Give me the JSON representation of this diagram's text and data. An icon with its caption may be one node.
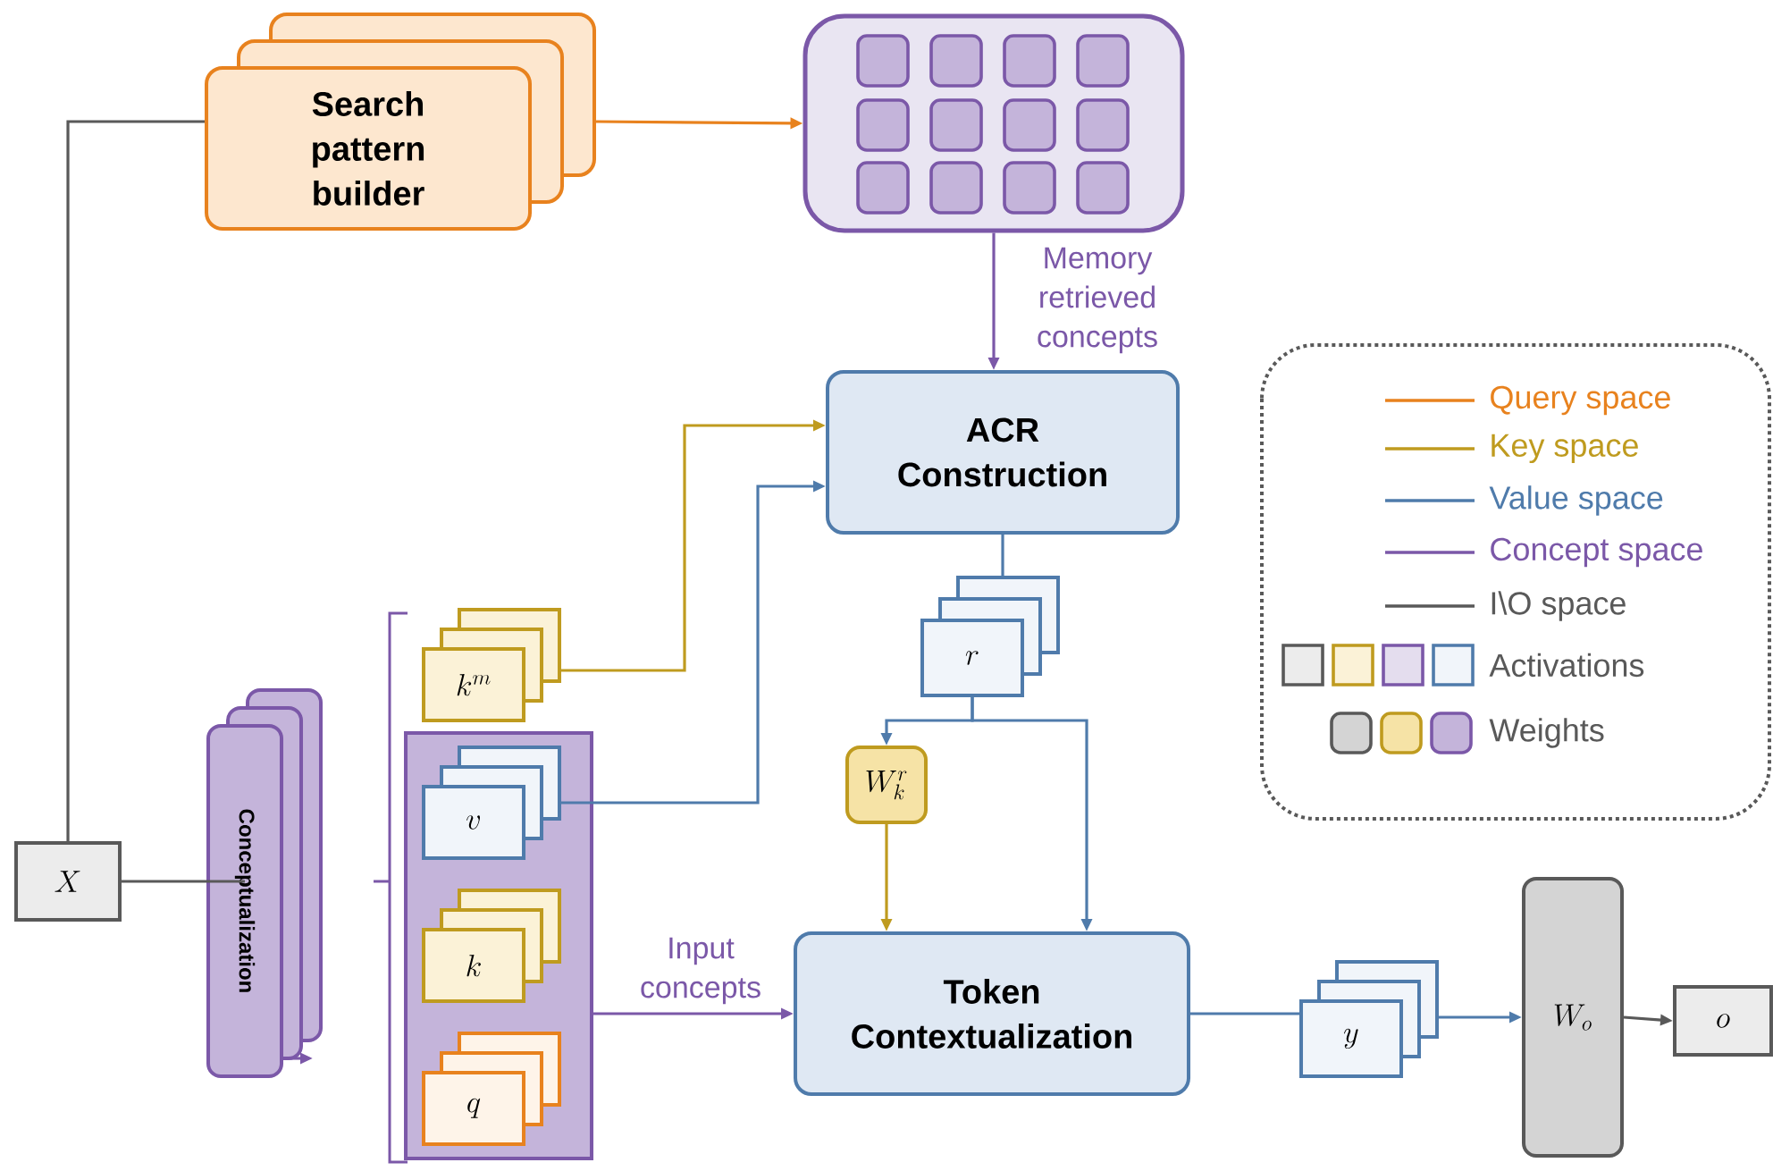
{
  "diagram": {
    "nodes": [
      {
        "text": [
          "Search pattern builder"
        ]
      },
      {
        "text": [],
        "shape": "box"
      },
      {
        "text": [
          "ACR Construction"
        ]
      },
      {
        "text": [
          "r"
        ]
      },
      {
        "text": [
          "W_k^r"
        ]
      },
      {
        "text": [
          "Token Contextualization"
        ]
      },
      {
        "text": [
          "y"
        ]
      },
      {
        "text": [
          "W_o"
        ]
      },
      {
        "text": [
          "o"
        ]
      },
      {
        "text": [
          "X"
        ]
      },
      {
        "text": [
          "Conceptualization"
        ]
      },
      {
        "text": [],
        "shape": "box"
      },
      {
        "text": [
          "k^{m}"
        ]
      },
      {
        "text": [
          "v"
        ],
        "in": 11
      },
      {
        "text": [
          "k"
        ],
        "in": 11
      },
      {
        "text": [
          "q"
        ],
        "in": 11
      }
    ],
    "edges": [
      {
        "from": 9,
        "to": 0,
        "arrow": "none",
        "color": "#595959"
      },
      {
        "from": 9,
        "to": 10,
        "arrow": "none",
        "color": "#595959"
      },
      {
        "from": 0,
        "to": 1,
        "arrow": "to",
        "color": "#e8821e"
      },
      {
        "from": 1,
        "to": 2,
        "arrow": "to",
        "color": "#7b58a8",
        "label": "Memory retrieved concepts"
      },
      {
        "from": 12,
        "to": 2,
        "arrow": "to",
        "color": "#bf9b1f"
      },
      {
        "from": 13,
        "to": 2,
        "arrow": "to"
      },
      {
        "from": 2,
        "to": 3,
        "arrow": "none"
      },
      {
        "from": 3,
        "to": 4,
        "arrow": "to"
      },
      {
        "from": 3,
        "to": 5,
        "arrow": "to"
      },
      {
        "from": 4,
        "to": 5,
        "arrow": "to",
        "color": "#bf9b1f"
      },
      {
        "from": 11,
        "to": 5,
        "arrow": "to",
        "color": "#7b58a8",
        "label": "Input concepts"
      },
      {
        "from": 5,
        "to": 6,
        "arrow": "none"
      },
      {
        "from": 6,
        "to": 7,
        "arrow": "to"
      },
      {
        "from": 7,
        "to": 8,
        "arrow": "to",
        "color": "#595959"
      },
      {
        "from": 10,
        "to": null,
        "arrow": "to",
        "color": "#7b58a8"
      }
    ],
    "legend": [
      {
        "text": "Query space"
      },
      {
        "text": "Key space"
      },
      {
        "text": "Value space"
      },
      {
        "text": "Concept space"
      },
      {
        "text": "I\\O space"
      },
      {
        "text": "Activations"
      },
      {
        "text": "Weights"
      }
    ]
  }
}
